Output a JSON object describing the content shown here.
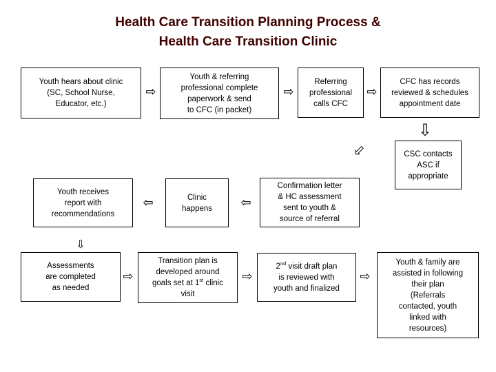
{
  "title": {
    "line1": "Health Care Transition Planning Process &",
    "line2": "Health Care Transition Clinic",
    "color": "#400000"
  },
  "icons": {
    "arrow_right": "⇨",
    "arrow_left": "⇦",
    "arrow_down": "⇩"
  },
  "boxes": {
    "youth_hears": "Youth hears about clinic\n(SC, School Nurse,\nEducator, etc.)",
    "paperwork": "Youth & referring\nprofessional complete\npaperwork & send\nto CFC (in packet)",
    "referring_calls": "Referring\nprofessional\ncalls CFC",
    "cfc_records": "CFC has records\nreviewed & schedules\nappointment date",
    "csc_contacts": "CSC contacts\nASC if\nappropriate",
    "youth_receives": "Youth receives\nreport with\nrecommendations",
    "clinic_happens": "Clinic\nhappens",
    "confirmation": "Confirmation letter\n& HC assessment\nsent to youth &\nsource of referral",
    "assessments": "Assessments\nare completed\nas needed",
    "transition_plan": {
      "pre": "Transition plan is\ndeveloped around\ngoals set at 1",
      "sup": "st",
      "post": " clinic\nvisit"
    },
    "second_visit": {
      "pre": "2",
      "sup": "nd",
      "post": " visit draft plan\nis reviewed with\nyouth and finalized"
    },
    "youth_family": "Youth & family are\nassisted in following\ntheir plan\n(Referrals\ncontacted, youth\nlinked with\nresources)"
  }
}
